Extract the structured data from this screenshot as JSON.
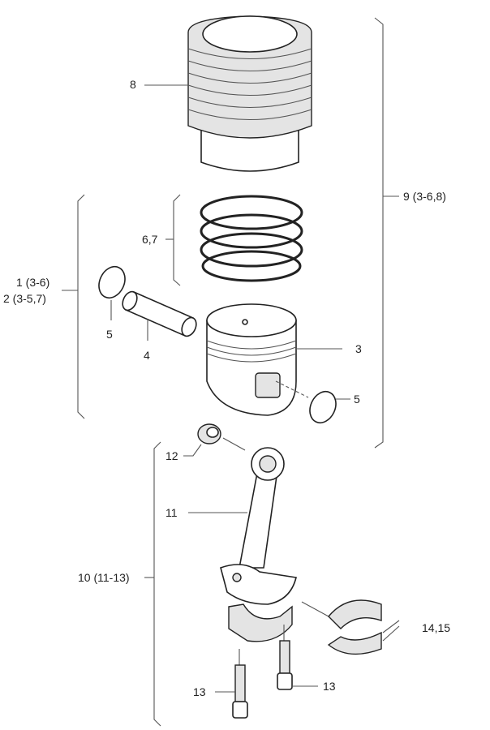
{
  "diagram": {
    "labels": {
      "liner": "8",
      "cylinder_kit": "9 (3-6,8)",
      "rings": "6,7",
      "piston_kit_1": "1 (3-6)",
      "piston_kit_2": "2 (3-5,7)",
      "circlip_left": "5",
      "piston_pin": "4",
      "piston": "3",
      "circlip_right": "5",
      "bush": "12",
      "con_rod": "11",
      "con_rod_kit": "10 (11-13)",
      "bearing_shells": "14,15",
      "bolt_left": "13",
      "bolt_right": "13"
    }
  }
}
